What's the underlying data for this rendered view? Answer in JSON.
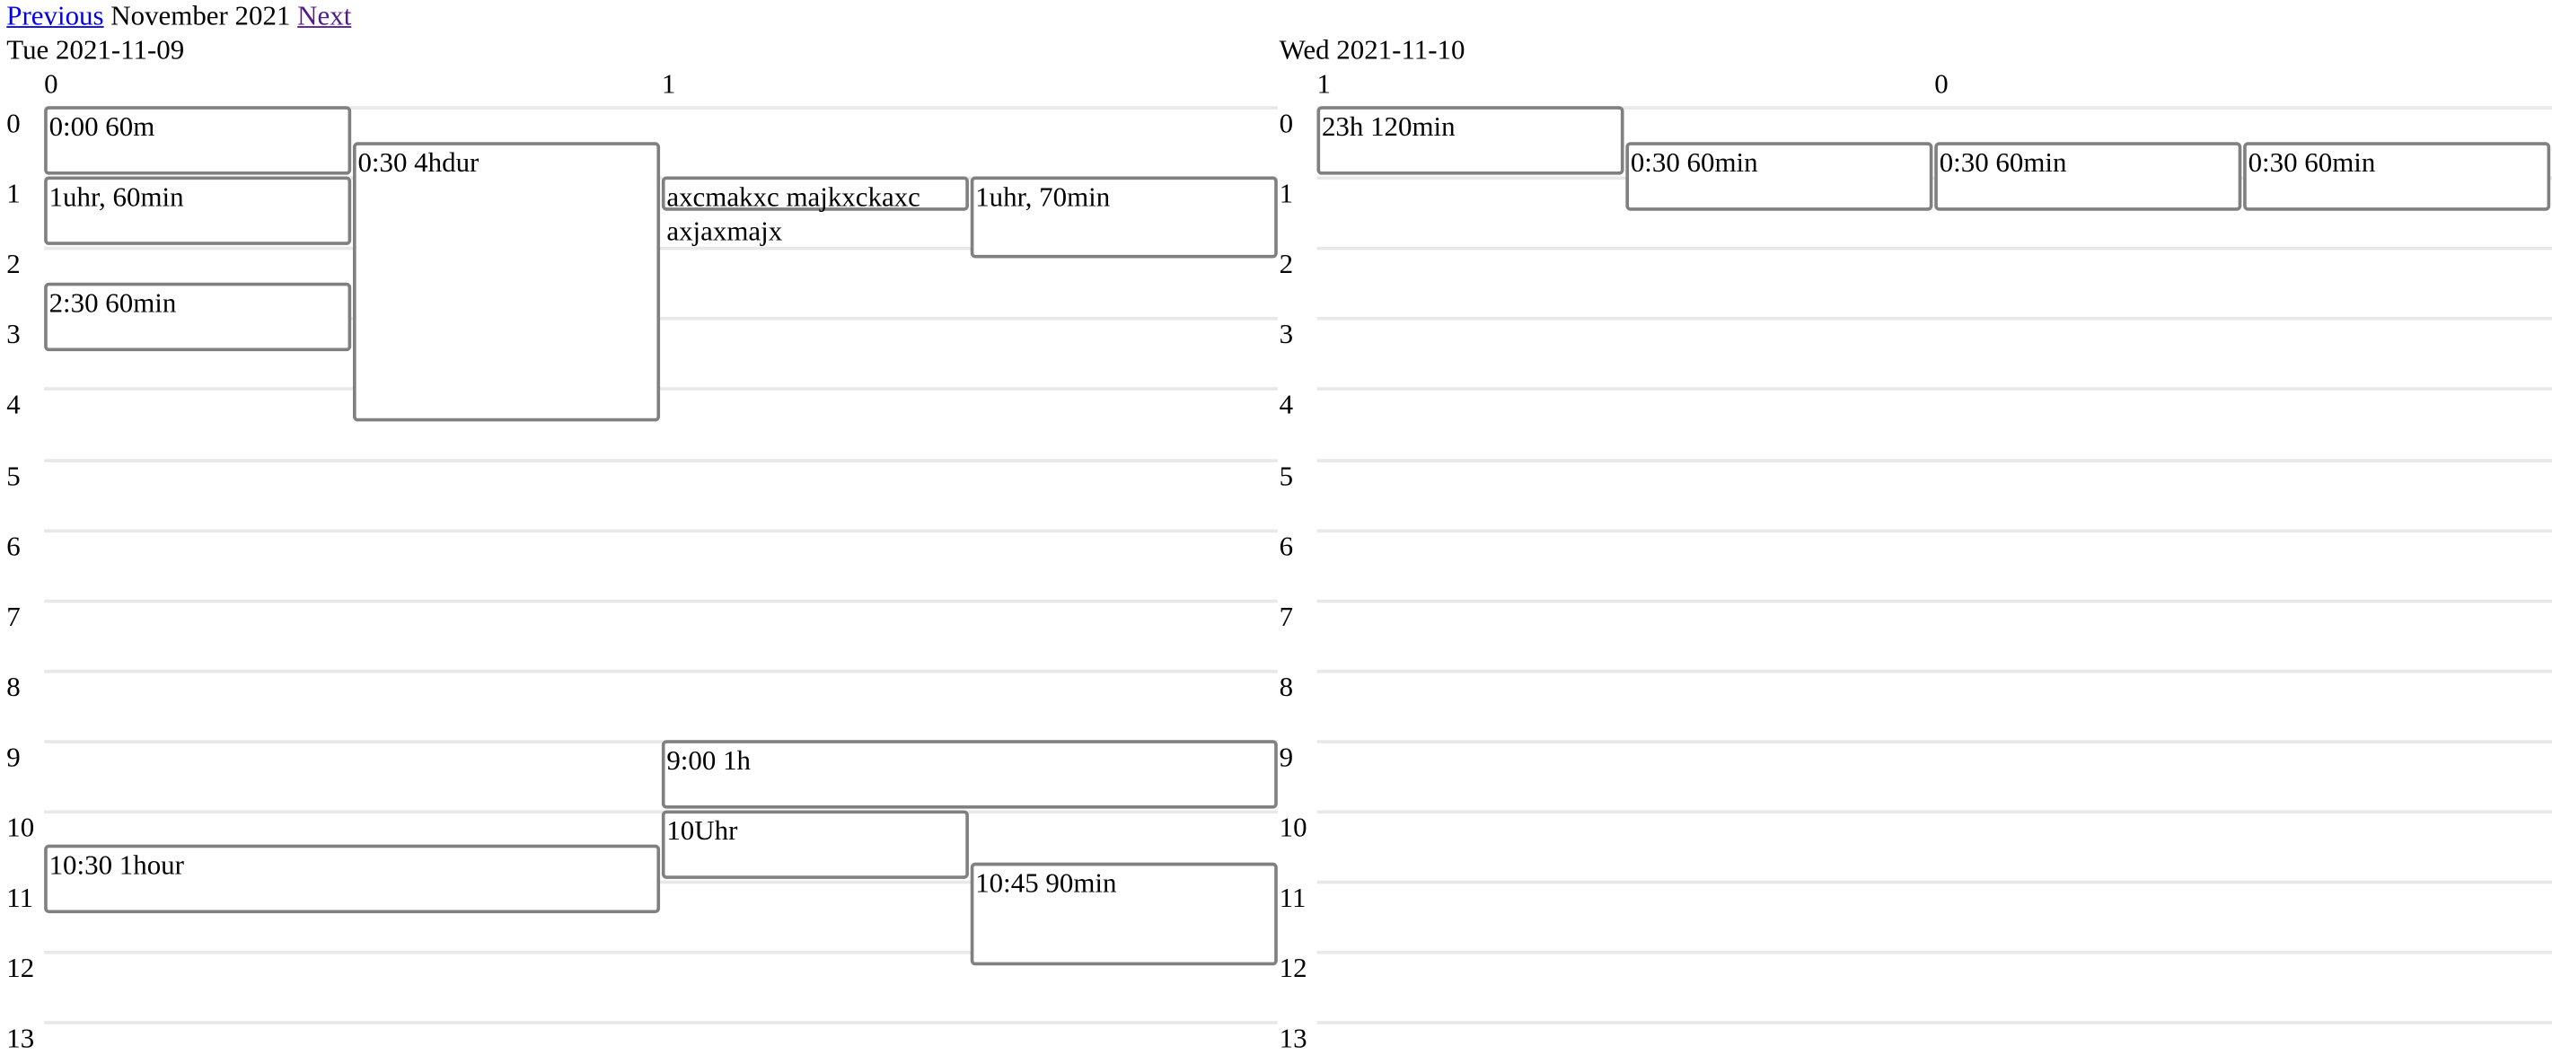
{
  "nav": {
    "previous_label": "Previous",
    "month_label": "November 2021",
    "next_label": "Next"
  },
  "days": [
    {
      "title": "Tue 2021-11-09",
      "columns": [
        "0",
        "1"
      ],
      "hours": [
        "0",
        "1",
        "2",
        "3",
        "4",
        "5",
        "6",
        "7",
        "8",
        "9",
        "10",
        "11",
        "12",
        "13"
      ],
      "events": [
        {
          "label": "0:00 60m"
        },
        {
          "label": "1uhr, 60min"
        },
        {
          "label": "2:30 60min"
        },
        {
          "label": "0:30 4hdur"
        },
        {
          "label": "axcmakxc majkxckaxc axjaxmajx"
        },
        {
          "label": "1uhr, 70min"
        },
        {
          "label": "9:00 1h"
        },
        {
          "label": "10Uhr"
        },
        {
          "label": "10:30 1hour"
        },
        {
          "label": "10:45 90min"
        }
      ]
    },
    {
      "title": "Wed 2021-11-10",
      "columns": [
        "1",
        "0"
      ],
      "hours": [
        "0",
        "1",
        "2",
        "3",
        "4",
        "5",
        "6",
        "7",
        "8",
        "9",
        "10",
        "11",
        "12",
        "13"
      ],
      "events": [
        {
          "label": "23h 120min"
        },
        {
          "label": "0:30 60min"
        },
        {
          "label": "0:30 60min"
        },
        {
          "label": "0:30 60min"
        }
      ]
    }
  ]
}
